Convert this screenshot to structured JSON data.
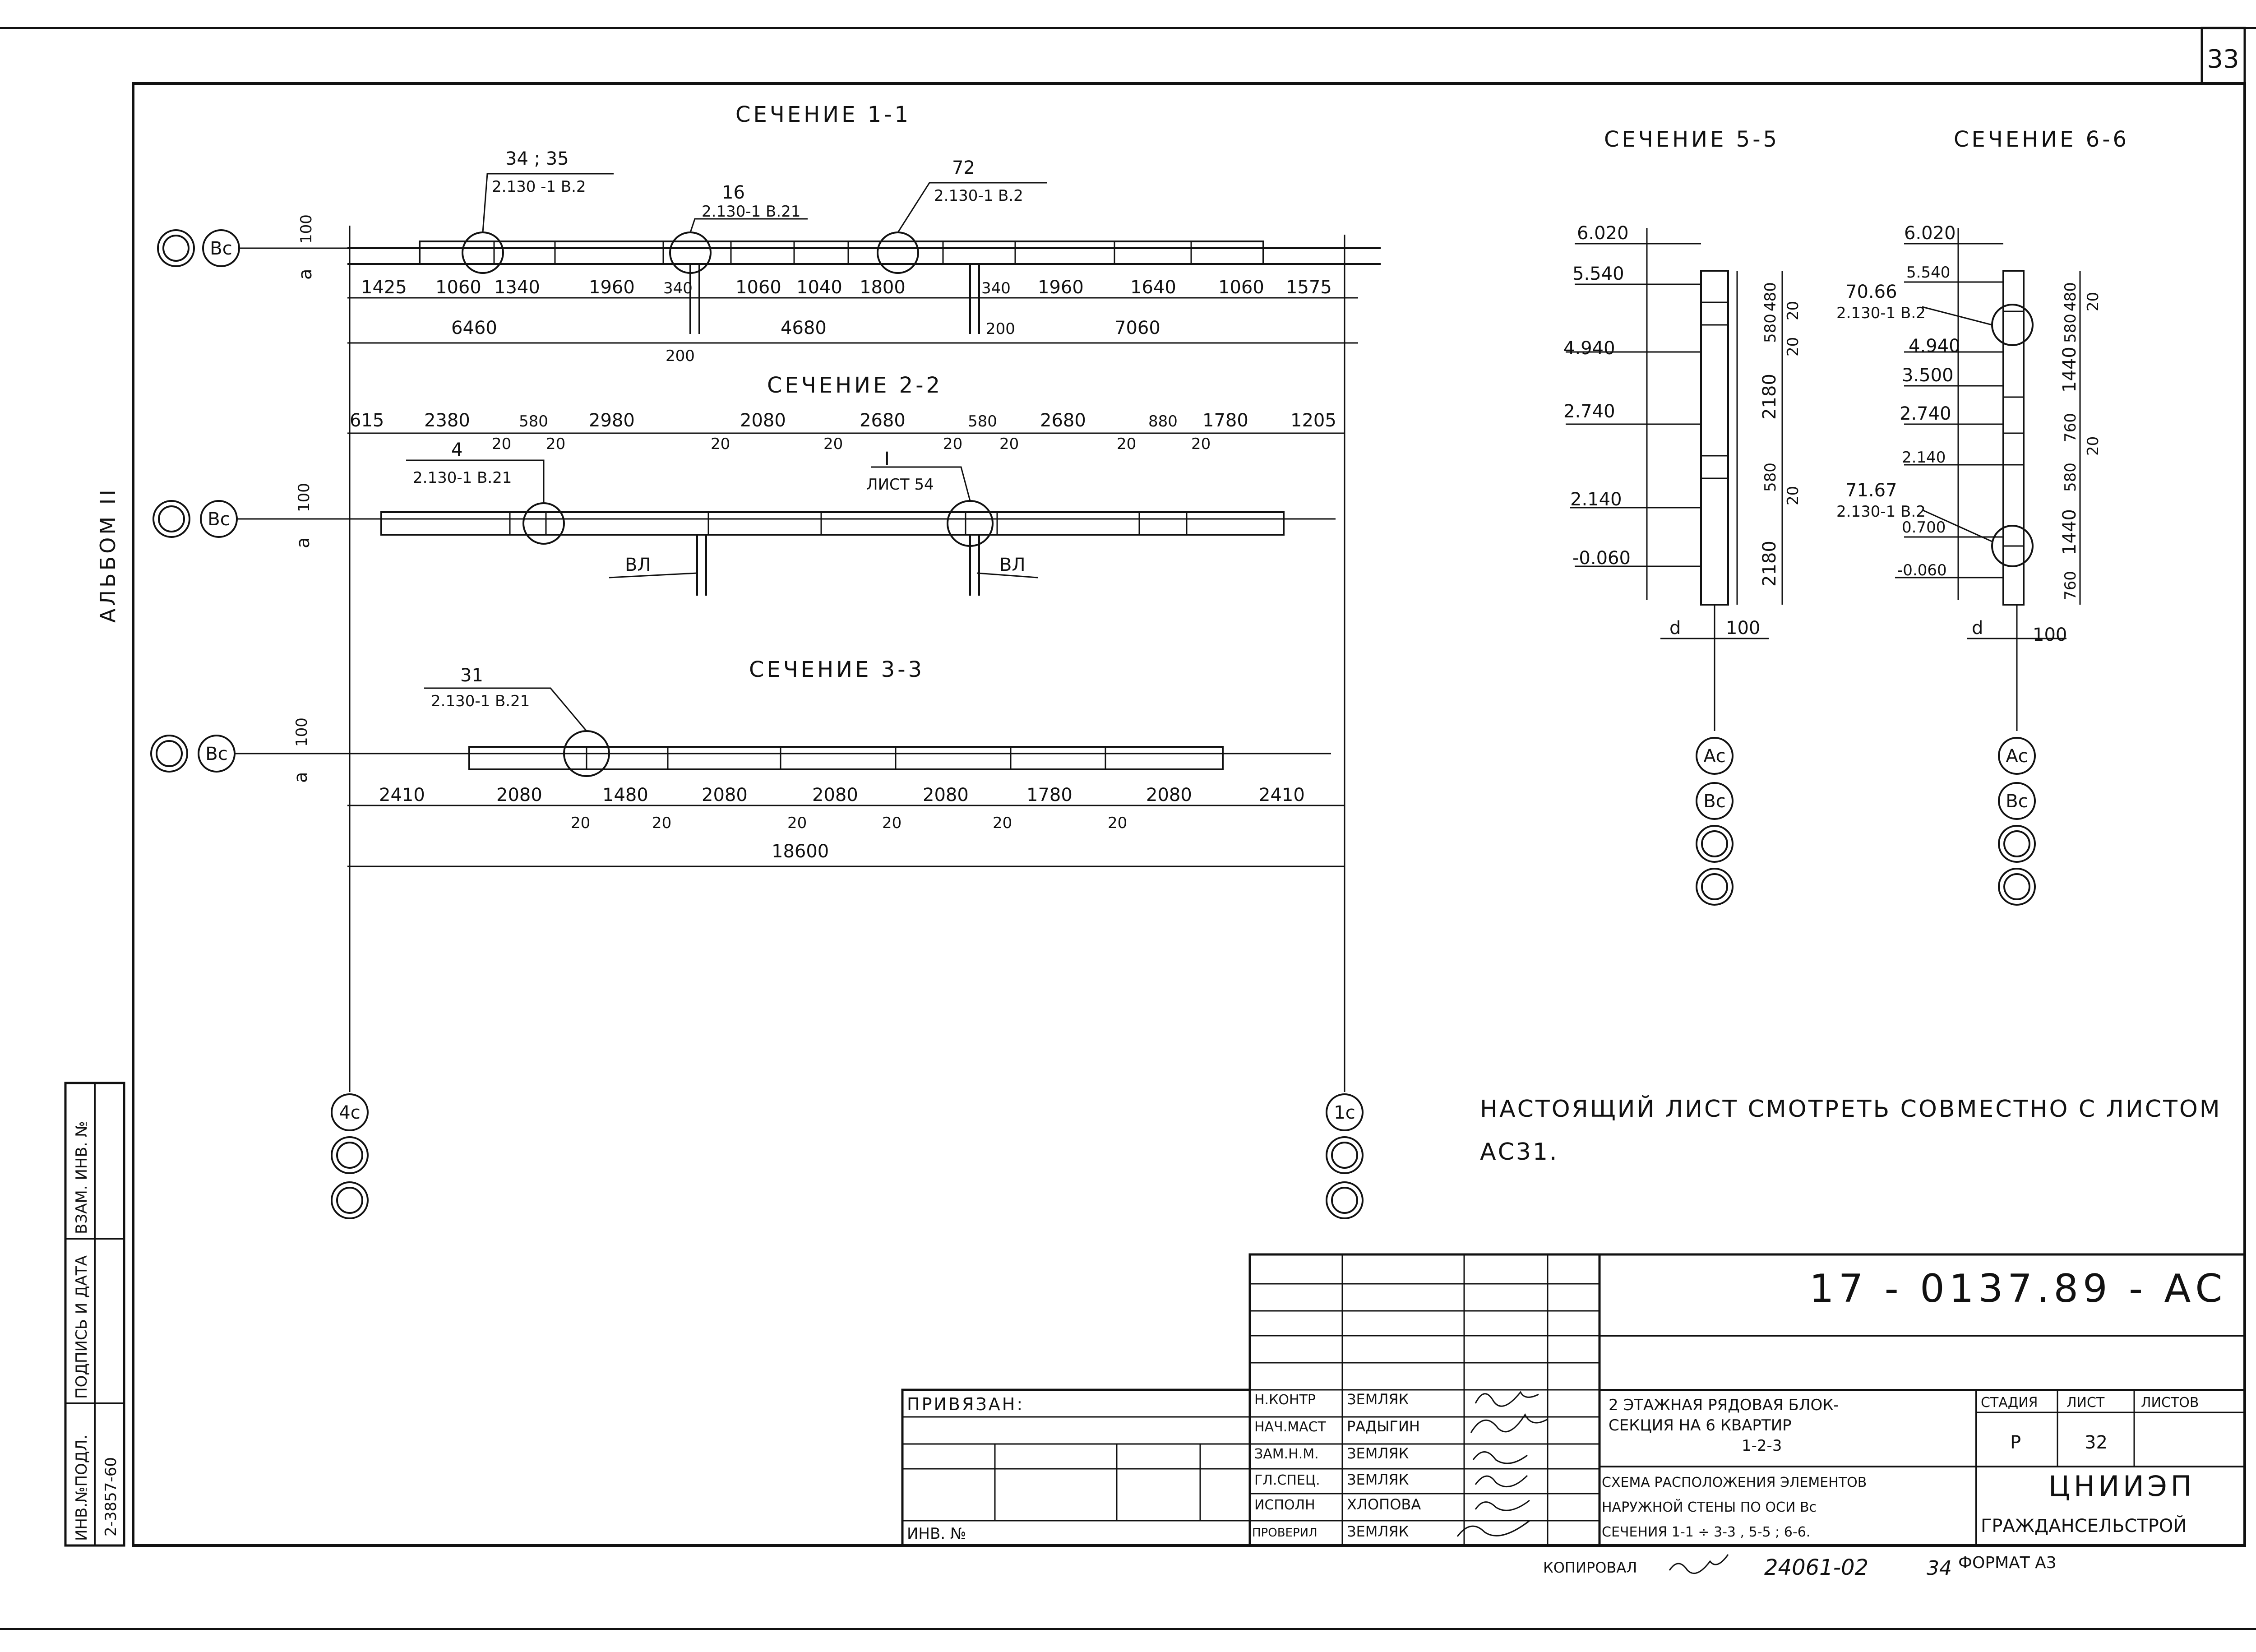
{
  "sheet": {
    "number": "33",
    "album": "АЛЬБОМ II",
    "note_line1": "НАСТОЯЩИЙ ЛИСТ СМОТРЕТЬ СОВМЕСТНО С ЛИСТОМ",
    "note_line2": "АС31.",
    "copied_label": "КОПИРОВАЛ",
    "copy_number": "24061-02",
    "copy_sheet": "34",
    "format_label": "ФОРМАТ А3"
  },
  "sections": {
    "s11": {
      "title": "СЕЧЕНИЕ 1-1",
      "axis": "Вс",
      "callout_a_num": "34 ; 35",
      "callout_a_ref": "2.130 -1 В.2",
      "callout_b_num": "16",
      "callout_b_ref": "2.130-1 В.21",
      "callout_c_num": "72",
      "callout_c_ref": "2.130-1 В.2",
      "top_dim": "100",
      "a_label": "a",
      "dims": [
        "1425",
        "1060",
        "1340",
        "1960",
        "340",
        "1060",
        "1040",
        "1800",
        "340",
        "1960",
        "1640",
        "1060",
        "1575"
      ],
      "totals": [
        "6460",
        "4680",
        "7060"
      ],
      "small": [
        "200",
        "200"
      ]
    },
    "s22": {
      "title": "СЕЧЕНИЕ 2-2",
      "axis": "Вс",
      "dims": [
        "615",
        "2380",
        "580",
        "2980",
        "2080",
        "2680",
        "580",
        "2680",
        "880",
        "1780",
        "1205"
      ],
      "joints": [
        "20",
        "20",
        "20",
        "20",
        "20",
        "20",
        "20",
        "20"
      ],
      "callout_a_num": "4",
      "callout_a_ref": "2.130-1 В.21",
      "callout_b_num": "I",
      "callout_b_ref": "ЛИСТ 54",
      "vl1": "ВЛ",
      "vl2": "ВЛ",
      "top_dim": "100",
      "a_label": "a"
    },
    "s33": {
      "title": "СЕЧЕНИЕ 3-3",
      "axis": "Вс",
      "callout_num": "31",
      "callout_ref": "2.130-1 В.21",
      "dims": [
        "2410",
        "2080",
        "1480",
        "2080",
        "2080",
        "2080",
        "1780",
        "2080",
        "2410"
      ],
      "joints": [
        "20",
        "20",
        "20",
        "20",
        "20",
        "20"
      ],
      "total": "18600",
      "top_dim": "100",
      "a_label": "a"
    },
    "s55": {
      "title": "СЕЧЕНИЕ 5-5",
      "levels": [
        "6.020",
        "5.540",
        "4.940",
        "2.740",
        "2.140",
        "-0.060"
      ],
      "right_dims": [
        "480",
        "580",
        "20",
        "20",
        "2180",
        "580",
        "20",
        "2180"
      ],
      "bottom": [
        "d",
        "100"
      ],
      "axes": [
        "Ас",
        "Вс"
      ]
    },
    "s66": {
      "title": "СЕЧЕНИЕ 6-6",
      "levels": [
        "6.020",
        "5.540",
        "4.940",
        "3.500",
        "2.740",
        "2.140",
        "0.700",
        "-0.060"
      ],
      "callout_a_num": "70.66",
      "callout_a_ref": "2.130-1 В.2",
      "callout_b_num": "71.67",
      "callout_b_ref": "2.130-1 В.2",
      "right_dims": [
        "480",
        "580",
        "20",
        "1440",
        "760",
        "20",
        "580",
        "1440",
        "760"
      ],
      "bottom": [
        "d",
        "100"
      ],
      "axes": [
        "Ас",
        "Вс"
      ]
    },
    "axes_bottom": [
      "4с",
      "1с"
    ]
  },
  "title_block": {
    "code": "17 - 0137.89 - АС",
    "tied": "ПРИВЯЗАН:",
    "inv": "ИНВ. №",
    "roles": [
      "Н.КОНТР",
      "НАЧ.МАСТ",
      "ЗАМ.Н.М.",
      "ГЛ.СПЕЦ.",
      "ИСПОЛН",
      "ПРОВЕРИЛ"
    ],
    "names": [
      "ЗЕМЛЯК",
      "РАДЫГИН",
      "ЗЕМЛЯК",
      "ЗЕМЛЯК",
      "ХЛОПОВА",
      "ЗЕМЛЯК"
    ],
    "project_line1": "2 ЭТАЖНАЯ РЯДОВАЯ БЛОК-",
    "project_line2": "СЕКЦИЯ НА 6 КВАРТИР",
    "project_line3": "1-2-3",
    "drawing_line1": "СХЕМА РАСПОЛОЖЕНИЯ ЭЛЕМЕНТОВ",
    "drawing_line2": "НАРУЖНОЙ СТЕНЫ ПО ОСИ Вс",
    "drawing_line3": "СЕЧЕНИЯ 1-1 ÷ 3-3 , 5-5 ; 6-6.",
    "stage_label": "СТАДИЯ",
    "sheet_label": "ЛИСТ",
    "sheets_label": "ЛИСТОВ",
    "stage": "Р",
    "sheet": "32",
    "org1": "ЦНИИЭП",
    "org2": "ГРАЖДАНСЕЛЬСТРОЙ"
  },
  "side_stamp": {
    "col1": "ИНВ.№ПОДЛ.",
    "col2": "ПОДПИСЬ И ДАТА",
    "col3": "ВЗАМ. ИНВ. №",
    "value": "2-3857-60"
  }
}
